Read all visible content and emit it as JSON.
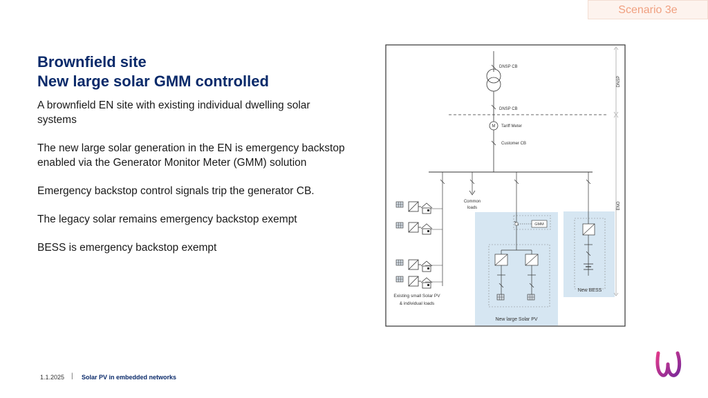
{
  "header": {
    "scenario": "Scenario 3e"
  },
  "title": {
    "line1": "Brownfield site",
    "line2": "New large solar GMM controlled"
  },
  "body": {
    "p1": "A brownfield EN site with existing individual dwelling solar systems",
    "p2": "The new large solar generation in the EN is emergency backstop enabled via the Generator Monitor Meter (GMM) solution",
    "p3": "Emergency backstop control signals trip the generator CB.",
    "p4": "The legacy solar remains emergency backstop exempt",
    "p5": "BESS is emergency backstop exempt"
  },
  "diagram": {
    "dnsp_cb_top": "DNSP CB",
    "dnsp_cb": "DNSP CB",
    "tariff_meter": "Tariff Meter",
    "meter_symbol": "M",
    "customer_cb": "Customer CB",
    "dnsp_side": "DNSP",
    "en_side": "ENO",
    "common_loads_1": "Common",
    "common_loads_2": "loads",
    "gmm": "GMM",
    "new_bess": "New BESS",
    "existing_1": "Existing small Solar PV",
    "existing_2": "& individual loads",
    "new_large": "New large Solar PV"
  },
  "footer": {
    "date": "1.1.2025",
    "separator": "|",
    "title": "Solar PV in embedded networks"
  },
  "colors": {
    "title": "#0a2a6a",
    "scenario": "#f0a080",
    "panel": "#d6e6f2",
    "logo": "#c0168c"
  }
}
